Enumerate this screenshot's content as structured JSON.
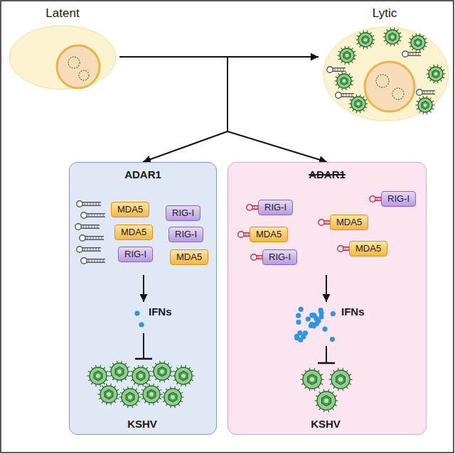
{
  "diagram": {
    "nodes": [
      {
        "text": [
          "Latent"
        ]
      },
      {
        "text": [
          "Lytic"
        ]
      },
      {
        "text": [
          "ADAR1"
        ]
      },
      {
        "text": [
          "MDA5"
        ],
        "in": 2
      },
      {
        "text": [
          "RIG-I"
        ],
        "in": 2
      },
      {
        "text": [
          "MDA5"
        ],
        "in": 2
      },
      {
        "text": [
          "RIG-I"
        ],
        "in": 2
      },
      {
        "text": [
          "RIG-I"
        ],
        "in": 2
      },
      {
        "text": [
          "MDA5"
        ],
        "in": 2
      },
      {
        "text": [
          "ADAR1"
        ]
      },
      {
        "text": [
          "RIG-I"
        ],
        "in": 9
      },
      {
        "text": [
          "RIG-I"
        ],
        "in": 9
      },
      {
        "text": [
          "MDA5"
        ],
        "in": 9
      },
      {
        "text": [
          "MDA5"
        ],
        "in": 9
      },
      {
        "text": [
          "RIG-I"
        ],
        "in": 9
      },
      {
        "text": [
          "MDA5"
        ],
        "in": 9
      }
    ],
    "edges": [
      {
        "from": 0,
        "to": 1,
        "arrow": "to"
      },
      {
        "from": 0,
        "to": 2,
        "arrow": "to"
      },
      {
        "from": 0,
        "to": 9,
        "arrow": "to"
      }
    ],
    "labels": [
      "IFNs",
      "KSHV",
      "IFNs",
      "KSHV"
    ]
  }
}
